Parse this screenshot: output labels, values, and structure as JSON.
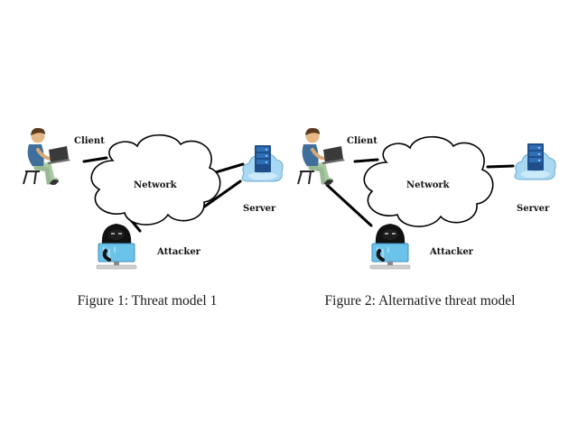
{
  "figures": [
    {
      "id": "figure-1",
      "nodes": {
        "client": "Client",
        "network": "Network",
        "server": "Server",
        "attacker": "Attacker"
      },
      "caption": "Figure 1: Threat model 1"
    },
    {
      "id": "figure-2",
      "nodes": {
        "client": "Client",
        "network": "Network",
        "server": "Server",
        "attacker": "Attacker"
      },
      "caption": "Figure 2: Alternative threat model"
    }
  ],
  "icons": {
    "client": "person-with-laptop-icon",
    "server": "server-cloud-icon",
    "attacker": "hooded-hacker-icon"
  },
  "colors": {
    "client_shirt": "#3f6f9a",
    "client_pants": "#a9c9a4",
    "server_blue": "#1f4f8a",
    "server_cloud": "#a9d8f2",
    "attacker_screen": "#6cc3ea",
    "attacker_hood": "#111111"
  }
}
